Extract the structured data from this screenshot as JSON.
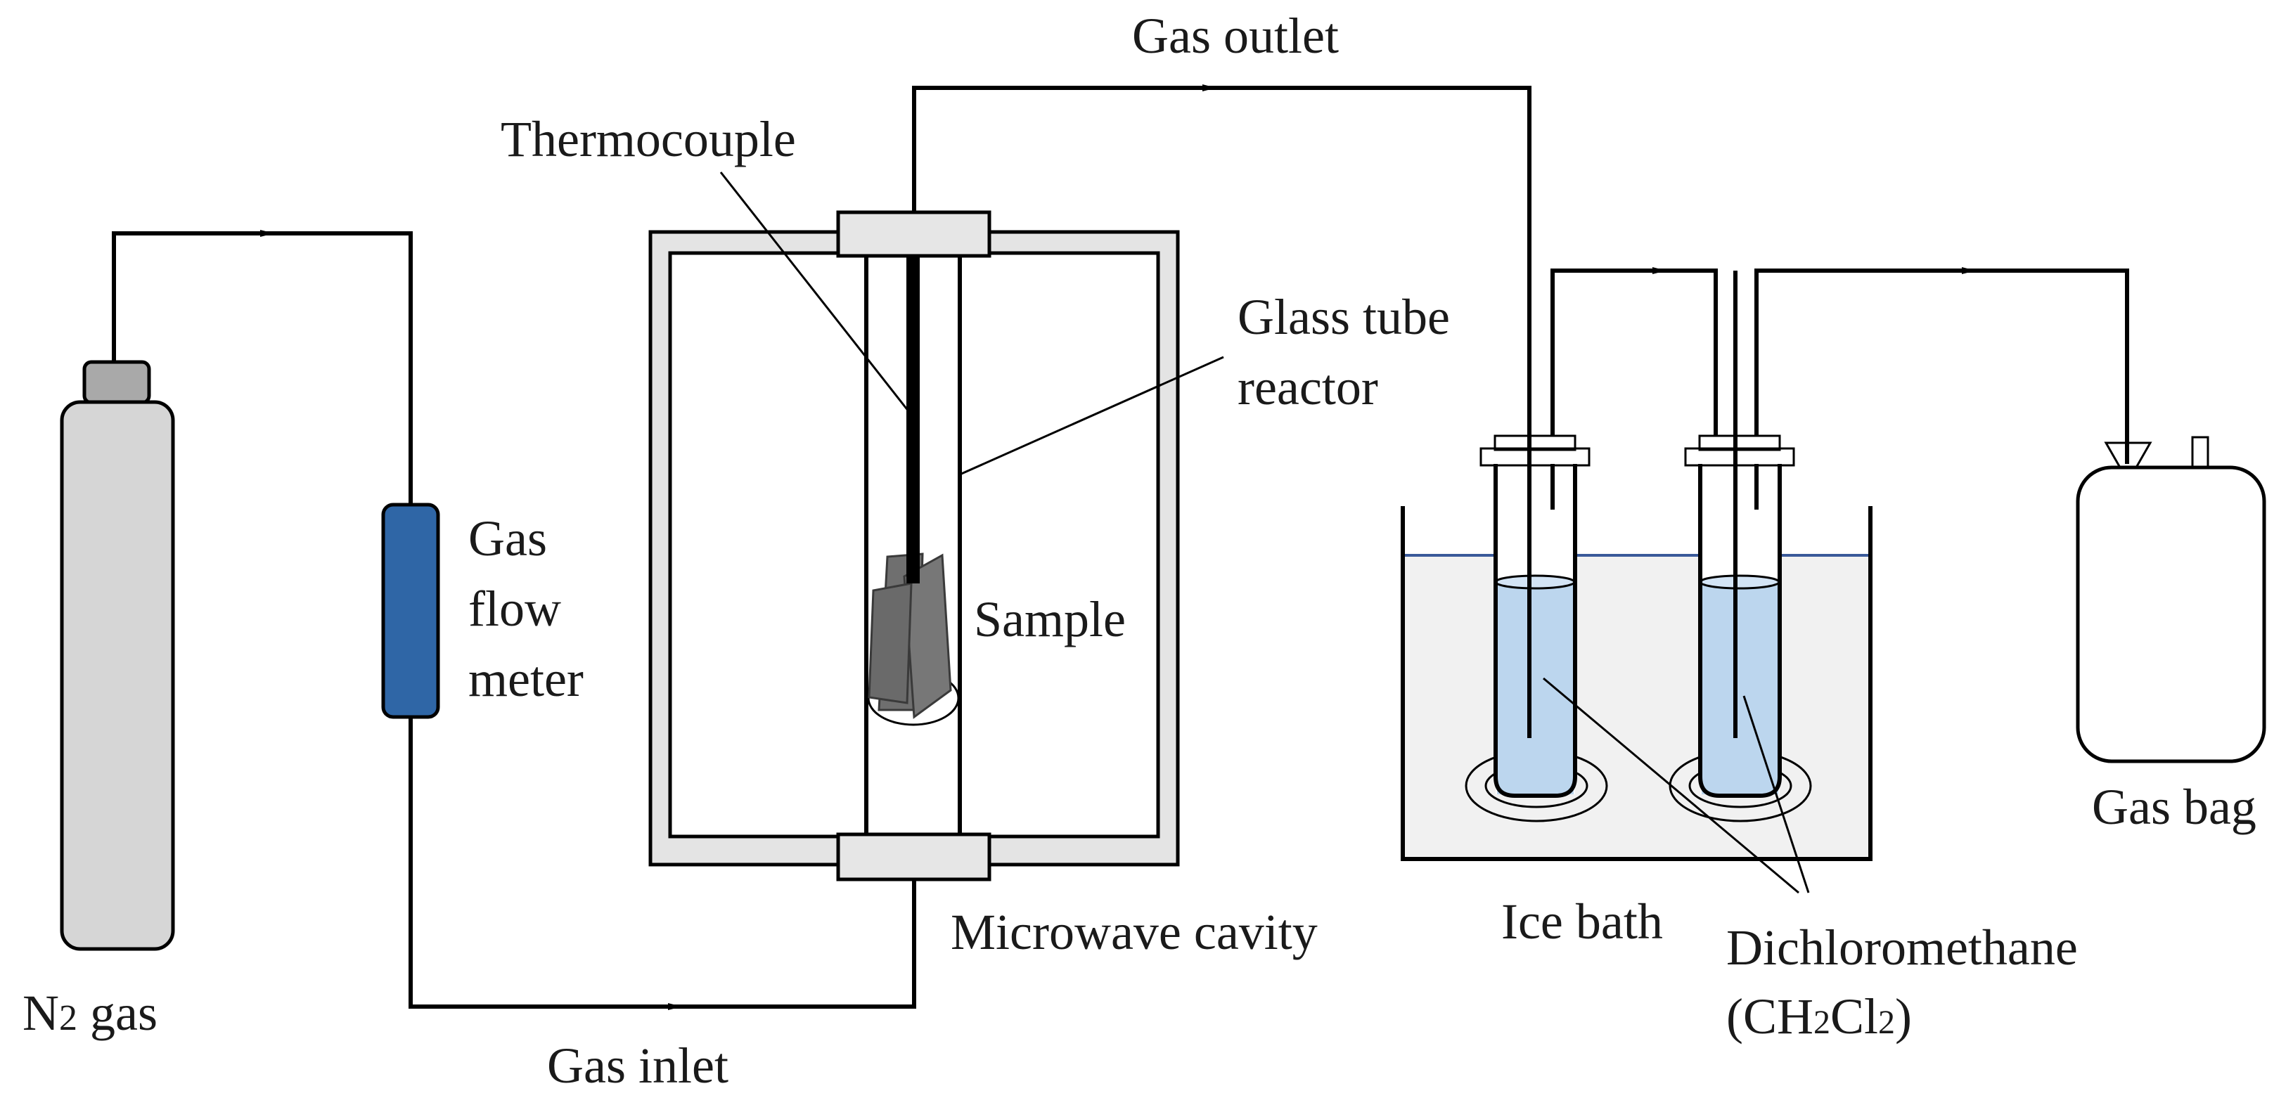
{
  "labels": {
    "n2_prefix": "N",
    "n2_subscript": "2",
    "n2_suffix": " gas",
    "gas_flow_meter": [
      "Gas",
      "flow",
      "meter"
    ],
    "thermocouple": "Thermocouple",
    "gas_outlet": "Gas outlet",
    "glass_tube_reactor": [
      "Glass tube",
      "reactor"
    ],
    "sample": "Sample",
    "microwave_cavity": "Microwave cavity",
    "gas_inlet": "Gas inlet",
    "ice_bath": "Ice bath",
    "dichloromethane": "Dichloromethane",
    "formula": {
      "open": "(CH",
      "sub1": "2",
      "mid": "Cl",
      "sub2": "2",
      "close": ")"
    },
    "gas_bag": "Gas bag"
  },
  "colors": {
    "cylinder_body": "#d6d6d6",
    "cylinder_cap": "#a9a9a9",
    "flow_meter": "#2f66a6",
    "cavity_frame": "#e4e4e4",
    "flange": "#e6e6e6",
    "sample": "#6f6f6f",
    "thermocouple": "#000000",
    "bath_water": "#f1f1f1",
    "water_line": "#3a5a9a",
    "liquid": "#bcd6ee",
    "tube": "#ffffff"
  }
}
